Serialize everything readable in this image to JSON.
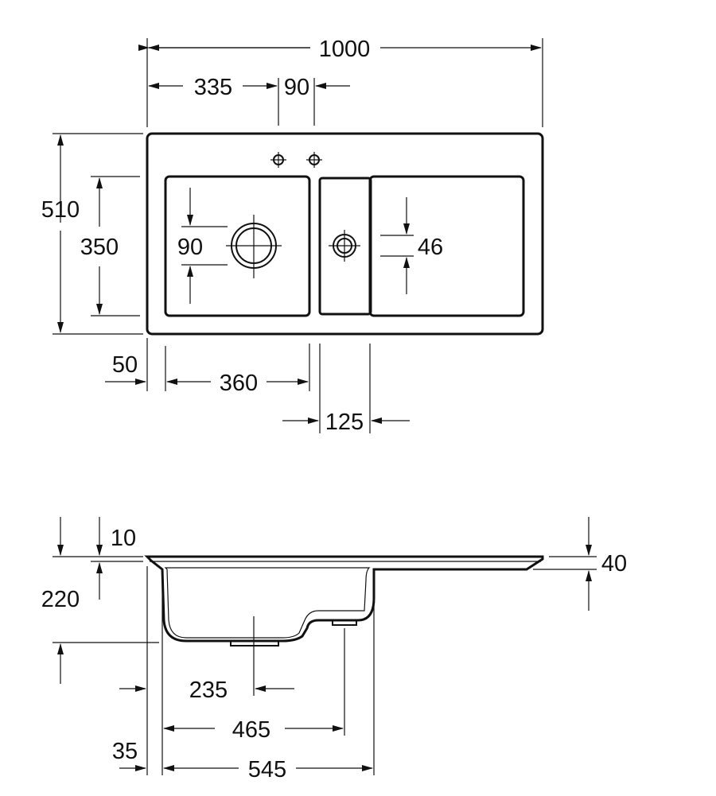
{
  "top_view": {
    "dims": {
      "overall_width": "1000",
      "left_offset": "335",
      "tap_spacing": "90",
      "overall_depth": "510",
      "bowl_depth": "350",
      "drain_main": "90",
      "drain_small": "46",
      "edge": "50",
      "bowl_width": "360",
      "small_bowl_width": "125"
    }
  },
  "side_view": {
    "dims": {
      "rim_thickness": "10",
      "bowl_height": "220",
      "drainboard_height": "40",
      "drain_offset": "235",
      "bowl_total_width": "465",
      "overall": "545",
      "edge": "35"
    }
  }
}
